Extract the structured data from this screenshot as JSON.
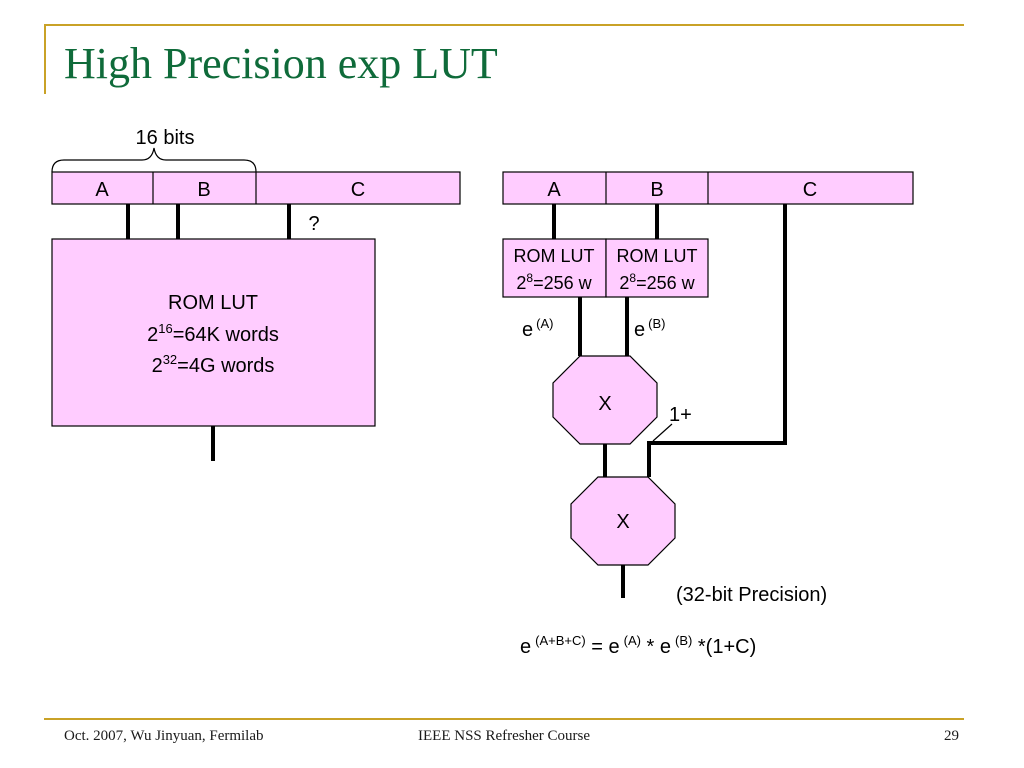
{
  "slide": {
    "title": "High Precision exp LUT",
    "footer_left": "Oct. 2007, Wu Jinyuan, Fermilab",
    "footer_center": "IEEE NSS Refresher Course",
    "page_number": "29"
  },
  "colors": {
    "title": "#0f6b3a",
    "rule": "#c9a227",
    "block_fill": "#ffccff",
    "line": "#000000"
  },
  "left_diagram": {
    "width_label": "16 bits",
    "fields": [
      "A",
      "B",
      "C"
    ],
    "question_mark": "?",
    "rom": {
      "line1": "ROM LUT",
      "line2_base": "2",
      "line2_exp": "16",
      "line2_rest": "=64K words",
      "line3_base": "2",
      "line3_exp": "32",
      "line3_rest": "=4G words"
    }
  },
  "right_diagram": {
    "fields": [
      "A",
      "B",
      "C"
    ],
    "rom_a": {
      "line1": "ROM LUT",
      "line2_base": "2",
      "line2_exp": "8",
      "line2_rest": "=256 w"
    },
    "rom_b": {
      "line1": "ROM LUT",
      "line2_base": "2",
      "line2_exp": "8",
      "line2_rest": "=256 w"
    },
    "exp_a_base": "e",
    "exp_a_sup": "(A)",
    "exp_b_base": "e",
    "exp_b_sup": "(B)",
    "multiplier1": "X",
    "multiplier2": "X",
    "one_plus": "1+",
    "precision_note": "(32-bit Precision)"
  },
  "formula": {
    "e1": "e",
    "s1": "(A+B+C)",
    "t1": " = e",
    "s2": "(A)",
    "t2": " * e",
    "s3": "(B)",
    "t3": " *(1+C)"
  }
}
